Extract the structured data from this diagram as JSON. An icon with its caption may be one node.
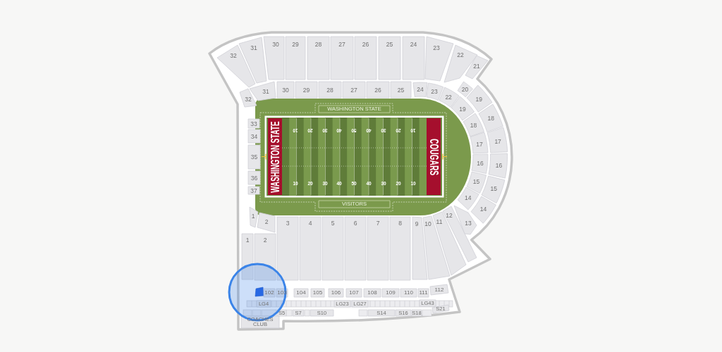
{
  "diagram": {
    "nodes": [
      {
        "text": [
          "32"
        ]
      },
      {
        "text": [
          "31"
        ]
      },
      {
        "text": [
          "30"
        ]
      },
      {
        "text": [
          "29"
        ]
      },
      {
        "text": [
          "28"
        ]
      },
      {
        "text": [
          "27"
        ]
      },
      {
        "text": [
          "26"
        ]
      },
      {
        "text": [
          "25"
        ]
      },
      {
        "text": [
          "24"
        ]
      },
      {
        "text": [
          "23"
        ]
      },
      {
        "text": [
          "22"
        ]
      },
      {
        "text": [
          "21"
        ]
      },
      {
        "text": [
          "32"
        ]
      },
      {
        "text": [
          "31"
        ]
      },
      {
        "text": [
          "30"
        ]
      },
      {
        "text": [
          "29"
        ]
      },
      {
        "text": [
          "28"
        ]
      },
      {
        "text": [
          "27"
        ]
      },
      {
        "text": [
          "26"
        ]
      },
      {
        "text": [
          "25"
        ]
      },
      {
        "text": [
          "24"
        ]
      },
      {
        "text": [
          "23"
        ]
      },
      {
        "text": [
          "22"
        ]
      },
      {
        "text": [
          "20"
        ]
      },
      {
        "text": [
          "19"
        ]
      },
      {
        "text": [
          "19"
        ]
      },
      {
        "text": [
          "WASHINGTON STATE"
        ]
      },
      {
        "text": [
          "18"
        ]
      },
      {
        "text": [
          "18"
        ]
      },
      {
        "text": [
          "33"
        ]
      },
      {
        "text": [
          "34"
        ]
      },
      {
        "text": [
          "WASHINGTON STATE"
        ]
      },
      {
        "text": [
          "COUGARS"
        ]
      },
      {
        "text": [
          "17"
        ]
      },
      {
        "text": [
          "17"
        ]
      },
      {
        "text": [
          "35"
        ]
      },
      {
        "text": [
          "16"
        ]
      },
      {
        "text": [
          "16"
        ]
      },
      {
        "text": [
          "36"
        ]
      },
      {
        "text": [
          "15"
        ]
      },
      {
        "text": [
          "15"
        ]
      },
      {
        "text": [
          "37"
        ]
      },
      {
        "text": [
          "14"
        ]
      },
      {
        "text": [
          "14"
        ]
      },
      {
        "text": [
          "VISITORS"
        ]
      },
      {
        "text": [
          "12"
        ]
      },
      {
        "text": [
          "1"
        ]
      },
      {
        "text": [
          "11"
        ]
      },
      {
        "text": [
          "2"
        ]
      },
      {
        "text": [
          "3"
        ]
      },
      {
        "text": [
          "4"
        ]
      },
      {
        "text": [
          "5"
        ]
      },
      {
        "text": [
          "6"
        ]
      },
      {
        "text": [
          "7"
        ]
      },
      {
        "text": [
          "8"
        ]
      },
      {
        "text": [
          "9"
        ]
      },
      {
        "text": [
          "10"
        ]
      },
      {
        "text": [
          "13"
        ]
      },
      {
        "text": [
          "1"
        ]
      },
      {
        "text": [
          "2"
        ]
      },
      {
        "text": [],
        "shape": "box"
      },
      {
        "text": [
          "102"
        ]
      },
      {
        "text": [
          "103"
        ]
      },
      {
        "text": [
          "104"
        ]
      },
      {
        "text": [
          "105"
        ]
      },
      {
        "text": [
          "106"
        ]
      },
      {
        "text": [
          "107"
        ]
      },
      {
        "text": [
          "108"
        ]
      },
      {
        "text": [
          "109"
        ]
      },
      {
        "text": [
          "110"
        ]
      },
      {
        "text": [
          "111"
        ]
      },
      {
        "text": [
          "112"
        ]
      },
      {
        "text": [
          "LG4"
        ]
      },
      {
        "text": [
          "LG23"
        ]
      },
      {
        "text": [
          "LG27"
        ]
      },
      {
        "text": [
          "LG43"
        ]
      },
      {
        "text": [
          "S5"
        ]
      },
      {
        "text": [
          "S7"
        ]
      },
      {
        "text": [
          "S10"
        ]
      },
      {
        "text": [
          "S14"
        ]
      },
      {
        "text": [
          "S16"
        ]
      },
      {
        "text": [
          "S18"
        ]
      },
      {
        "text": [
          "S21"
        ]
      },
      {
        "text": [
          "COACHES CLUB"
        ]
      }
    ],
    "labels": [
      "10",
      "20",
      "30",
      "40",
      "50",
      "40",
      "30",
      "20",
      "10",
      "10",
      "20",
      "30",
      "40",
      "50",
      "40",
      "30",
      "20",
      "10"
    ]
  }
}
